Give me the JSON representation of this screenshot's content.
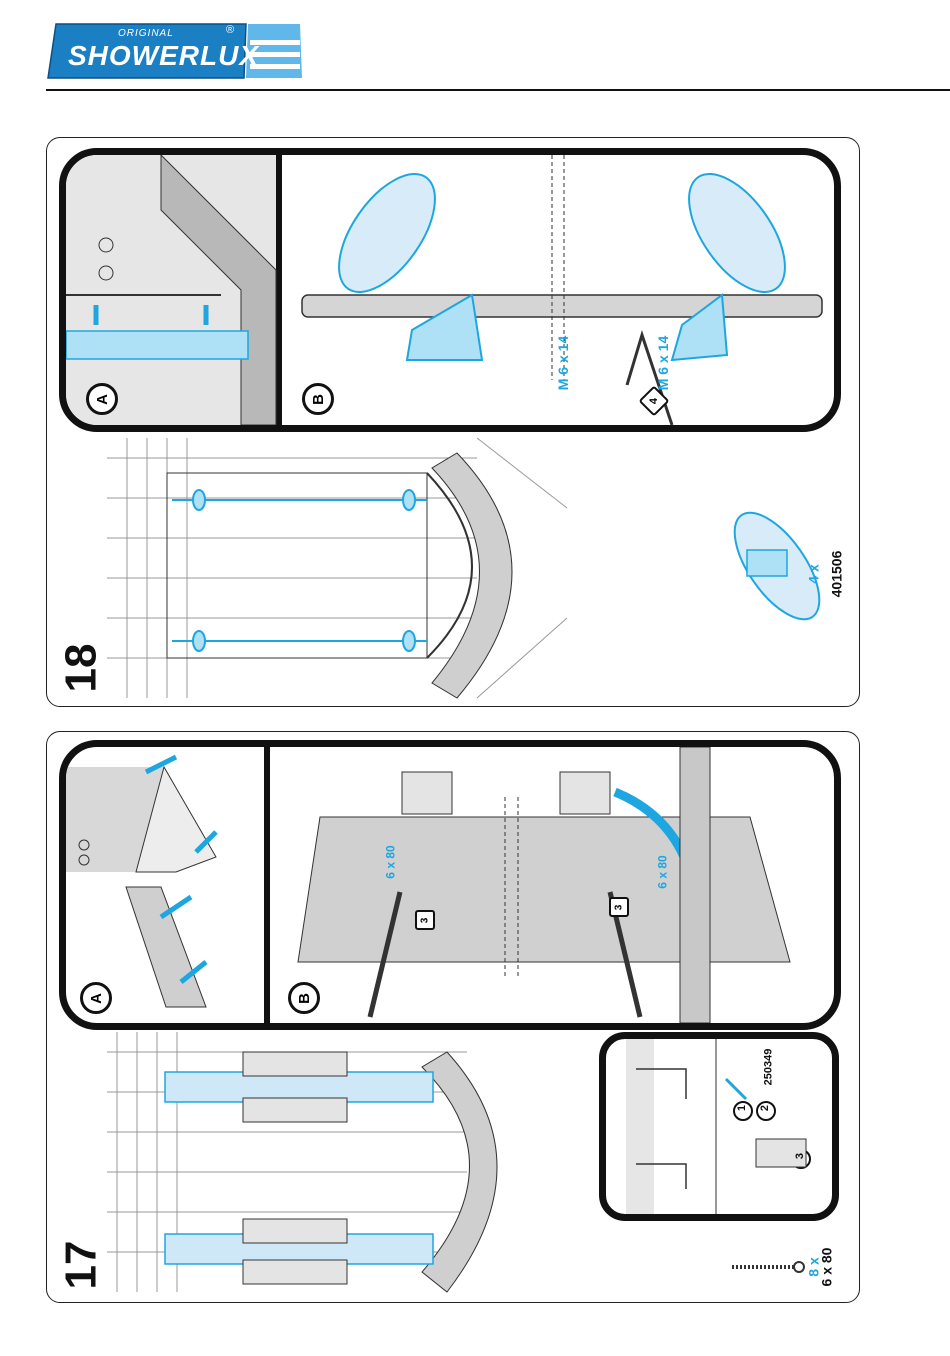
{
  "brand": {
    "original": "ORIGINAL",
    "name": "SHOWERLUX",
    "registered": "®"
  },
  "steps": [
    {
      "number": "18",
      "detail_a_label": "A",
      "detail_b_label": "B",
      "screw_label_1": "M 6 x 14",
      "screw_label_2": "M 6 x 14",
      "allen_key_size": "4",
      "part_quantity": "4 x",
      "part_number": "401506"
    },
    {
      "number": "17",
      "detail_a_label": "A",
      "detail_b_label": "B",
      "screw_label_1": "6 x 80",
      "screw_label_2": "6 x 80",
      "driver_size_1": "3",
      "driver_size_2": "3",
      "inset_part_number": "250349",
      "inset_step_1": "1",
      "inset_step_2": "2",
      "inset_step_3": "3",
      "part_quantity": "8 x",
      "part_size": "6 x 80"
    }
  ],
  "colors": {
    "accent_blue": "#1ea6e0",
    "logo_blue": "#1b7fc4",
    "line": "#111111"
  }
}
